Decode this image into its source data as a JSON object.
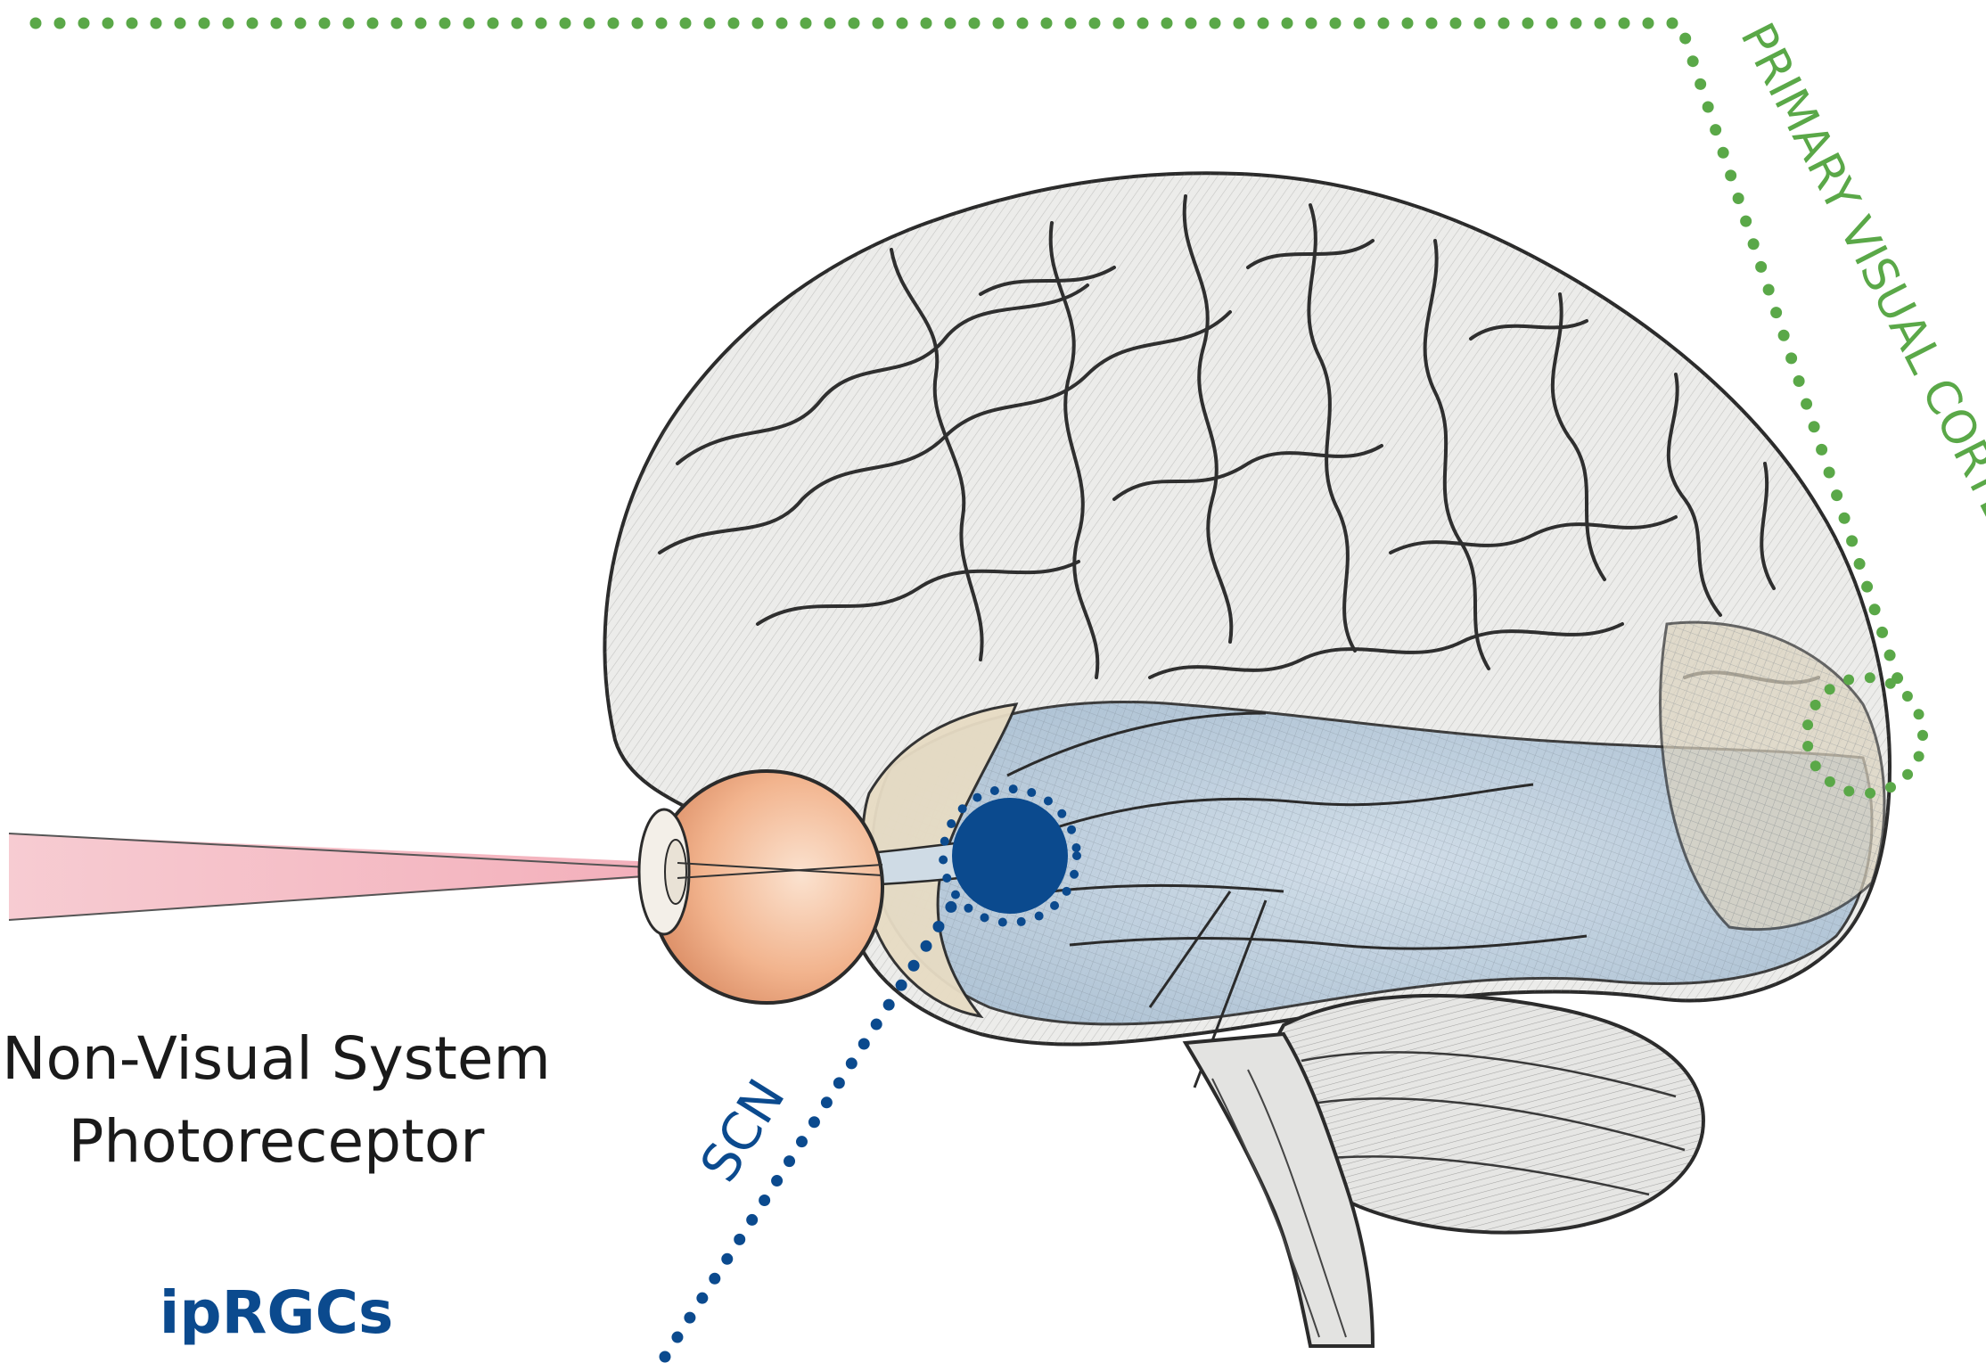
{
  "labels": {
    "primary_visual_cortex": "PRIMARY VISUAL CORTEX",
    "scn": "SCN",
    "non_visual_line1": "Non-Visual System",
    "non_visual_line2": "Photoreceptor",
    "iprgcs": "ipRGCs"
  },
  "colors": {
    "visual_pathway": "#5aa848",
    "non_visual_pathway": "#0b4a8e",
    "light_beam": "#f3b6c0",
    "brain_fill": "#ededeb",
    "brain_outline": "#2b2b2b",
    "temporal_tint": "#b9cfe0",
    "eye_fill": "#f0b48f",
    "text_dark": "#1a1a1a"
  },
  "icons": {
    "scn_marker": "filled-circle-dotted-outline",
    "visual_cortex_marker": "dotted-circle"
  }
}
